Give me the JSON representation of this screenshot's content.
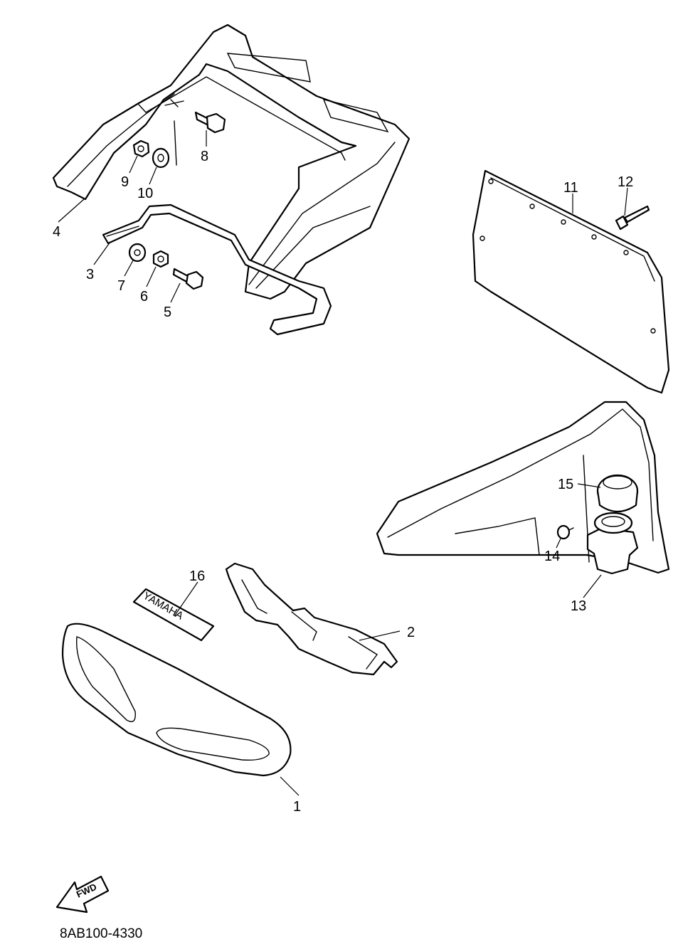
{
  "diagram": {
    "drawing_code": "8AB100-4330",
    "fwd_label": "FWD",
    "decal_text": "YAMAHA",
    "callouts": [
      {
        "num": "1"
      },
      {
        "num": "2"
      },
      {
        "num": "3"
      },
      {
        "num": "4"
      },
      {
        "num": "5"
      },
      {
        "num": "6"
      },
      {
        "num": "7"
      },
      {
        "num": "8"
      },
      {
        "num": "9"
      },
      {
        "num": "10"
      },
      {
        "num": "11"
      },
      {
        "num": "12"
      },
      {
        "num": "13"
      },
      {
        "num": "14"
      },
      {
        "num": "15"
      },
      {
        "num": "16"
      }
    ]
  }
}
